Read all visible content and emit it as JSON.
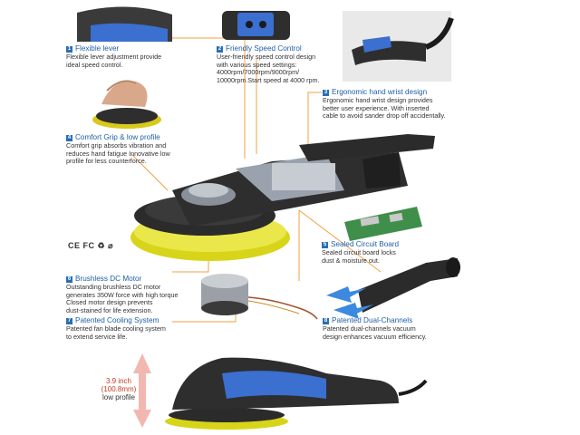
{
  "colors": {
    "accent": "#2a6fb5",
    "leader": "#f0a040",
    "pad": "#e8e030",
    "body_dark": "#2b2b2b",
    "body_blue": "#3b6fd0"
  },
  "callouts": [
    {
      "num": "1",
      "title": "Flexible lever",
      "desc": "Flexible lever adjustment provide\nideal speed control."
    },
    {
      "num": "2",
      "title": "Friendly Speed Control",
      "desc": "User-friendly speed control design\nwith various speed settings:\n4000rpm/7000rpm/9000rpm/\n10000rpm.Start speed at 4000 rpm."
    },
    {
      "num": "3",
      "title": "Ergonomic hand wrist design",
      "desc": "Ergonomic hand wrist design provides\nbetter user experience. With inserted\ncable to avoid sander drop off accidentally."
    },
    {
      "num": "4",
      "title": "Comfort Grip & low profile",
      "desc": "Comfort grip absorbs vibration and\nreduces hand fatigue Innovative low\nprofile for less counterforce."
    },
    {
      "num": "5",
      "title": "Sealed Circuit Board",
      "desc": "Sealed circuit board locks\ndust & moisture out."
    },
    {
      "num": "6",
      "title": "Brushless DC Motor",
      "desc": "Outstanding brushless DC motor\ngenerates 350W force with high torque\nClosed motor design prevents\ndust-stained for life extension."
    },
    {
      "num": "7",
      "title": "Patented Cooling System",
      "desc": "Patented fan blade cooling system\nto extend service life."
    },
    {
      "num": "8",
      "title": "Patented Dual-Channels",
      "desc": "Patented dual-channels vacuum\ndesign enhances vacuum efficiency."
    }
  ],
  "certifications": "CE FC ♻ ⌀",
  "height": {
    "line1": "3.9 inch",
    "line2": "(100.8mm)",
    "line3": "low profile"
  }
}
